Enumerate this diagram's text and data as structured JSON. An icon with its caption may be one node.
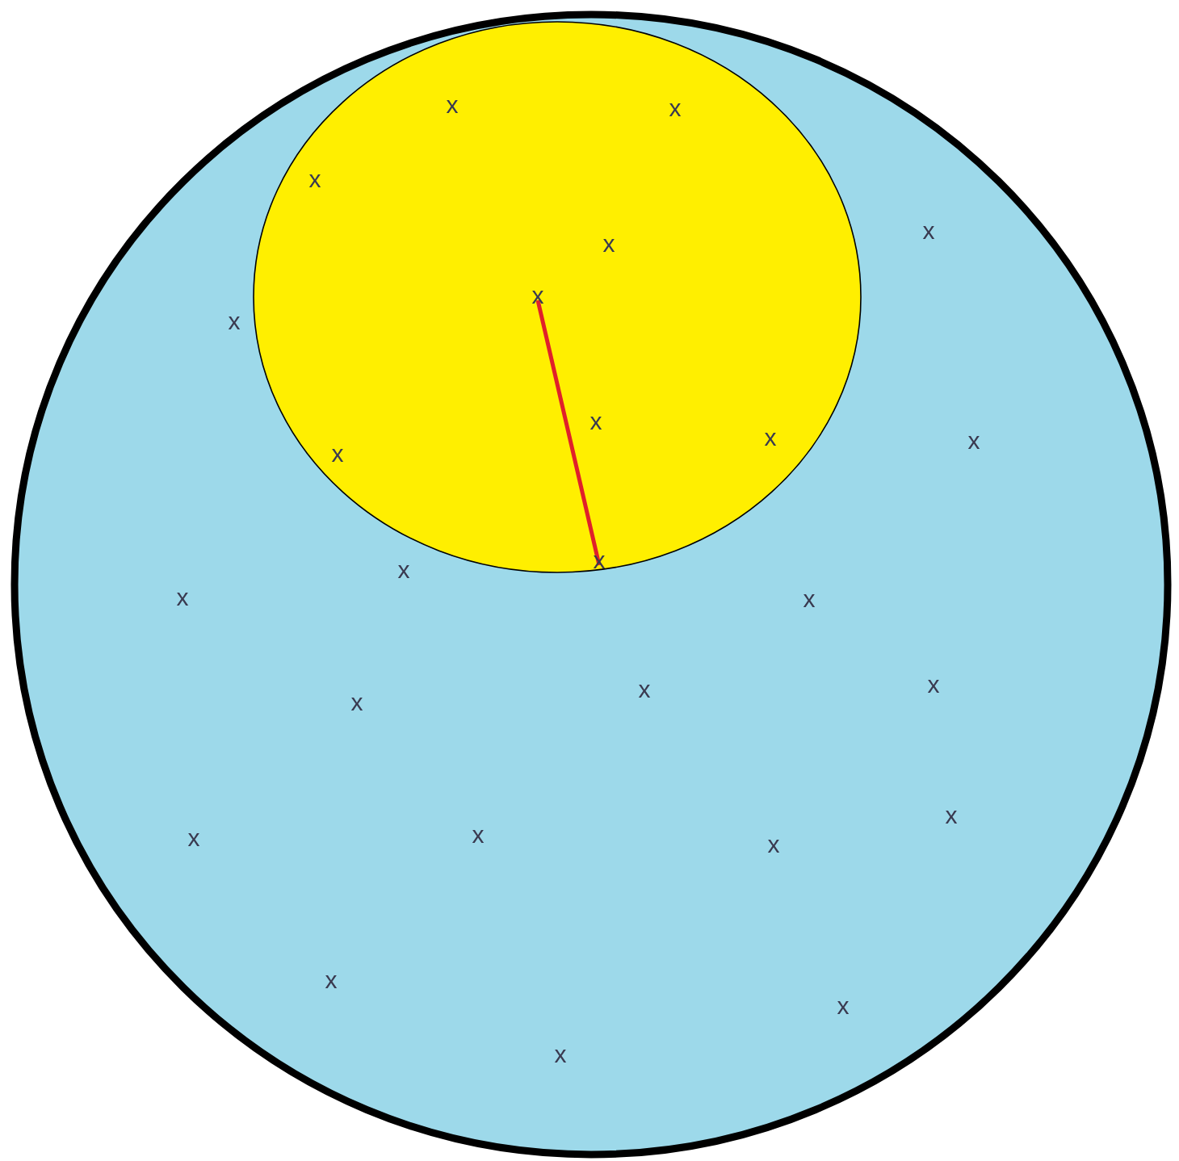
{
  "diagram": {
    "nodes": [
      {
        "text": [],
        "shape": "circle"
      },
      {
        "text": [],
        "shape": "circle",
        "in": 0
      }
    ],
    "labels": [
      "x",
      "x",
      "x",
      "x",
      "x",
      "x",
      "x",
      "x",
      "x",
      "x",
      "x",
      "x",
      "x",
      "x",
      "x",
      "x",
      "x",
      "x",
      "x",
      "x",
      "x",
      "x",
      "x",
      "x",
      "x"
    ]
  }
}
